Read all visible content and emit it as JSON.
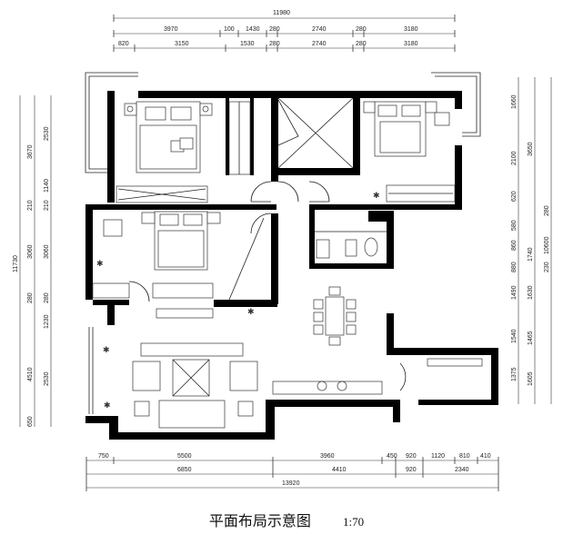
{
  "title": "平面布局示意图",
  "scale": "1:70",
  "dims_top_row1": [
    "11980"
  ],
  "dims_top_row2": [
    "3970",
    "100",
    "1430",
    "280",
    "2740",
    "280",
    "3180"
  ],
  "dims_top_row3": [
    "820",
    "3150",
    "1530",
    "280",
    "2740",
    "280",
    "3180"
  ],
  "dims_left_outer": [
    "11730"
  ],
  "dims_left_mid": [
    "3670",
    "210",
    "3060",
    "280",
    "4510",
    "650"
  ],
  "dims_left_inner": [
    "2530",
    "1140",
    "210",
    "3060",
    "280",
    "1230",
    "2530"
  ],
  "dims_right_inner": [
    "1660",
    "2100",
    "620",
    "580",
    "860",
    "880",
    "1490",
    "1540",
    "1375"
  ],
  "dims_right_mid": [
    "3650",
    "1740",
    "1630",
    "1465",
    "1605"
  ],
  "dims_right_outer": [
    "280",
    "230",
    "10600"
  ],
  "dims_bottom_row1": [
    "750",
    "5500",
    "3960",
    "450",
    "920",
    "1120",
    "810",
    "410"
  ],
  "dims_bottom_row2": [
    "6850",
    "4410",
    "920",
    "2340"
  ],
  "dims_bottom_row3": [
    "13920"
  ]
}
